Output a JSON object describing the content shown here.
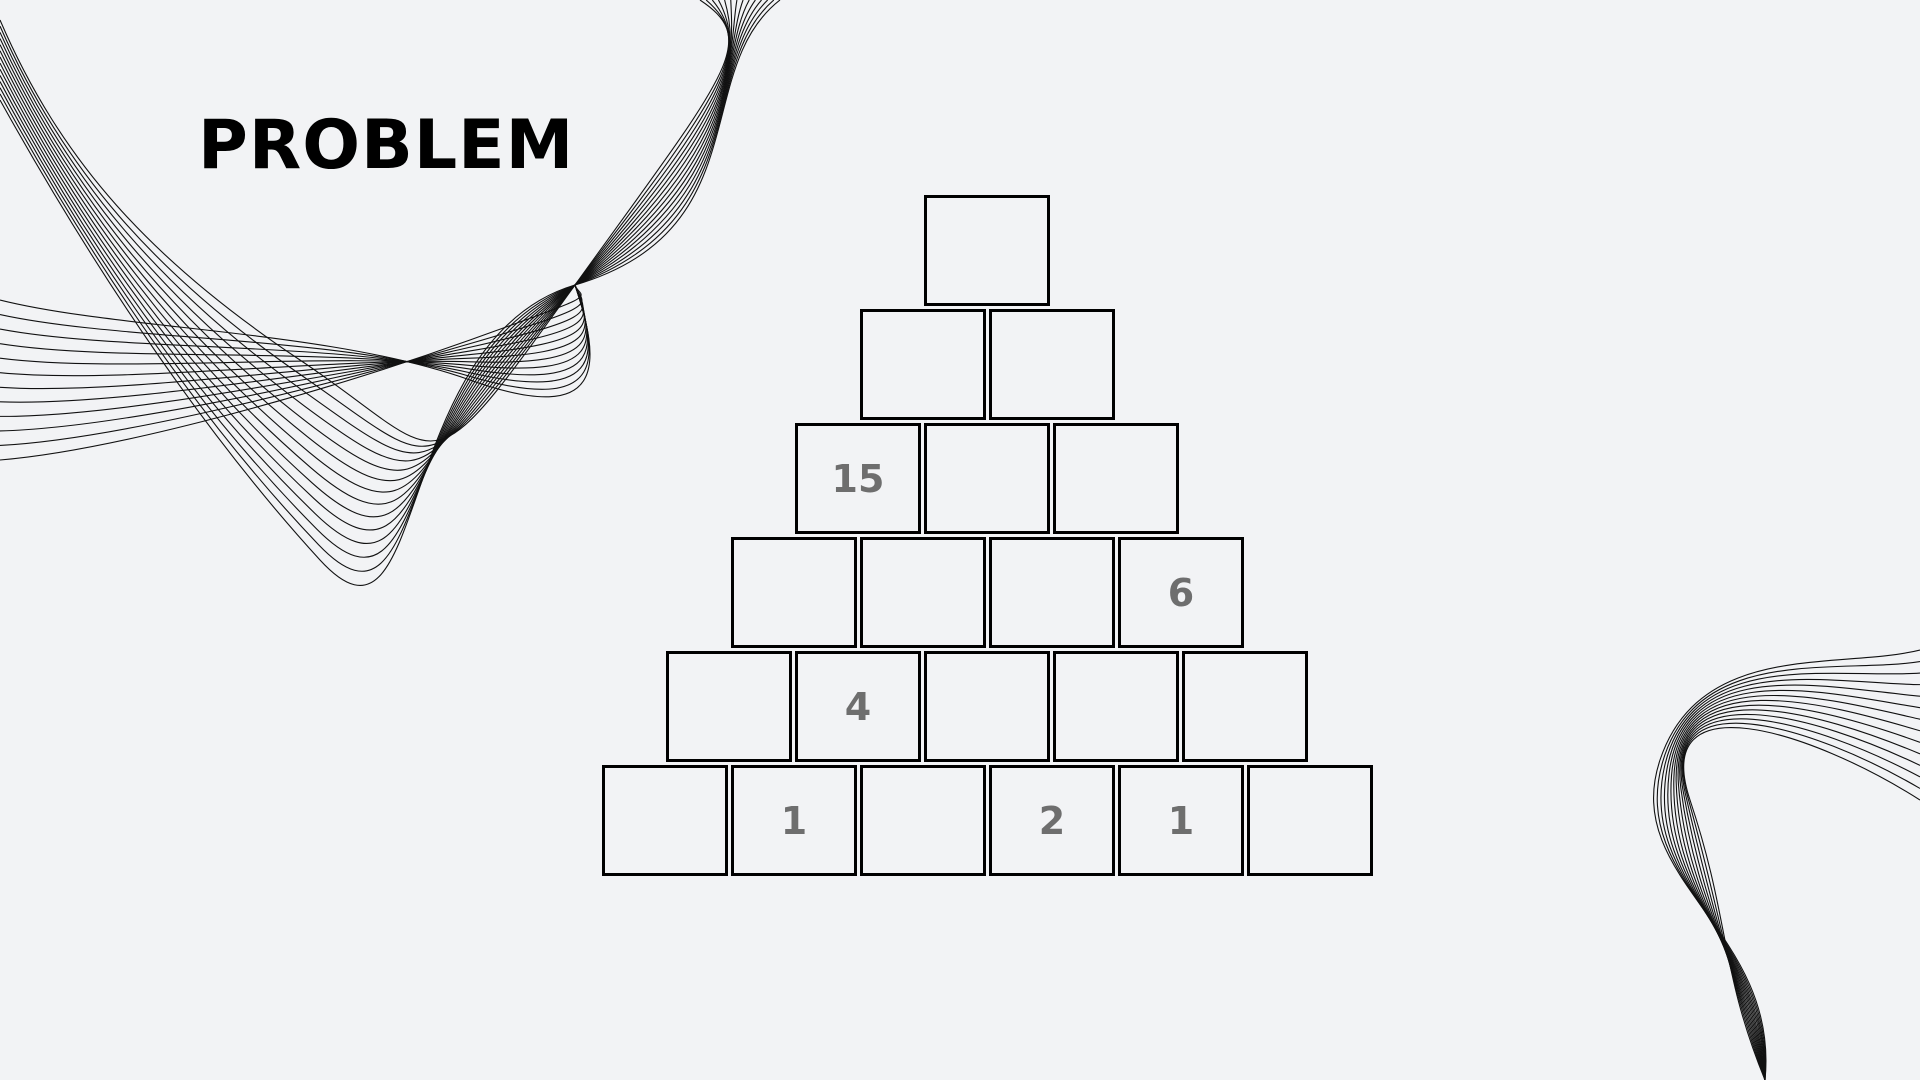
{
  "title": "PROBLEM",
  "pyramid": {
    "rows": [
      [
        ""
      ],
      [
        "",
        ""
      ],
      [
        "15",
        "",
        ""
      ],
      [
        "",
        "",
        "",
        "6"
      ],
      [
        "",
        "4",
        "",
        "",
        ""
      ],
      [
        "",
        "1",
        "",
        "2",
        "1",
        ""
      ]
    ]
  },
  "colors": {
    "background": "#f2f3f5",
    "cell_border": "#000000",
    "given_number": "#6e6e6e",
    "title": "#000000"
  }
}
